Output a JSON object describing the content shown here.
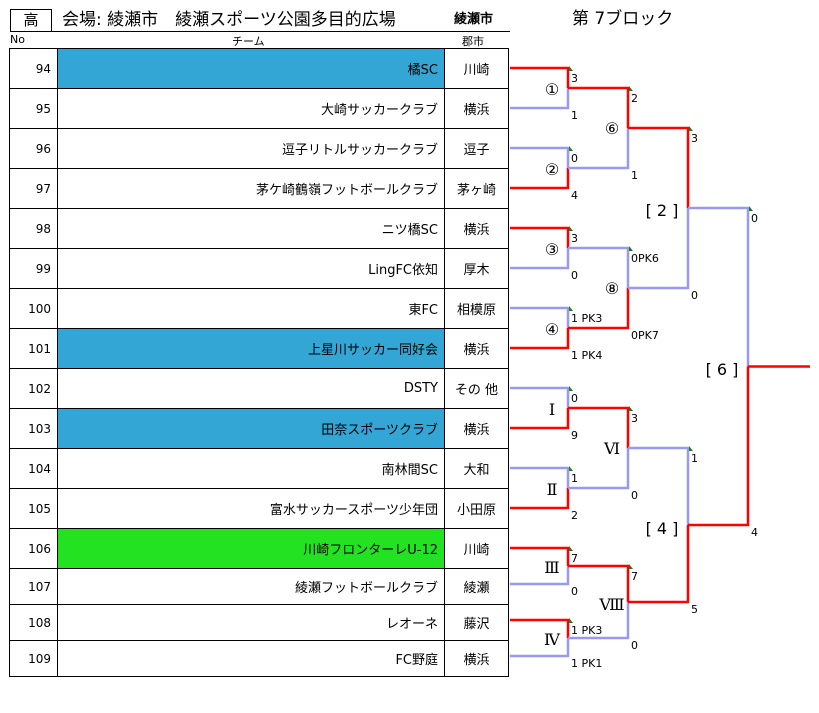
{
  "header": {
    "grade": "高",
    "venue": "会場: 綾瀬市　綾瀬スポーツ公園多目的広場",
    "venue_city": "綾瀬市",
    "block": "第 7ブロック",
    "col_no": "No",
    "col_team": "チーム",
    "col_city": "郡市"
  },
  "teams": [
    {
      "no": "94",
      "name": "橘SC",
      "city": "川崎",
      "highlight": "blue"
    },
    {
      "no": "95",
      "name": "大崎サッカークラブ",
      "city": "横浜",
      "highlight": ""
    },
    {
      "no": "96",
      "name": "逗子リトルサッカークラブ",
      "city": "逗子",
      "highlight": ""
    },
    {
      "no": "97",
      "name": "茅ケ崎鶴嶺フットボールクラブ",
      "city": "茅ヶ崎",
      "highlight": ""
    },
    {
      "no": "98",
      "name": "ニツ橋SC",
      "city": "横浜",
      "highlight": ""
    },
    {
      "no": "99",
      "name": "LingFC依知",
      "city": "厚木",
      "highlight": ""
    },
    {
      "no": "100",
      "name": "東FC",
      "city": "相模原",
      "highlight": ""
    },
    {
      "no": "101",
      "name": "上星川サッカー同好会",
      "city": "横浜",
      "highlight": "blue"
    },
    {
      "no": "102",
      "name": "DSTY",
      "city": "その 他",
      "highlight": ""
    },
    {
      "no": "103",
      "name": "田奈スポーツクラブ",
      "city": "横浜",
      "highlight": "blue"
    },
    {
      "no": "104",
      "name": "南林間SC",
      "city": "大和",
      "highlight": ""
    },
    {
      "no": "105",
      "name": "富水サッカースポーツ少年団",
      "city": "小田原",
      "highlight": ""
    },
    {
      "no": "106",
      "name": "川崎フロンターレU-12",
      "city": "川崎",
      "highlight": "green"
    },
    {
      "no": "107",
      "name": "綾瀬フットボールクラブ",
      "city": "綾瀬",
      "highlight": ""
    },
    {
      "no": "108",
      "name": "レオーネ",
      "city": "藤沢",
      "highlight": ""
    },
    {
      "no": "109",
      "name": "FC野庭",
      "city": "横浜",
      "highlight": ""
    }
  ],
  "matches": {
    "m1": {
      "label": "①",
      "top": "3",
      "bottom": "1"
    },
    "m2": {
      "label": "②",
      "top": "0",
      "bottom": "4"
    },
    "m3": {
      "label": "③",
      "top": "3",
      "bottom": "0"
    },
    "m4": {
      "label": "④",
      "top": "1 PK3",
      "bottom": "1 PK4"
    },
    "m6": {
      "label": "⑥",
      "top": "2",
      "bottom": "1"
    },
    "m8": {
      "label": "⑧",
      "top": "0PK6",
      "bottom": "0PK7"
    },
    "mI": {
      "label": "Ⅰ",
      "top": "0",
      "bottom": "9"
    },
    "mII": {
      "label": "Ⅱ",
      "top": "1",
      "bottom": "2"
    },
    "mIII": {
      "label": "Ⅲ",
      "top": "7",
      "bottom": "0"
    },
    "mIV": {
      "label": "Ⅳ",
      "top": "1 PK3",
      "bottom": "1 PK1"
    },
    "mVI": {
      "label": "Ⅵ",
      "top": "3",
      "bottom": "0"
    },
    "mVIII": {
      "label": "Ⅷ",
      "top": "7",
      "bottom": "0"
    },
    "r2": {
      "label": "[ 2 ]",
      "top": "3",
      "bottom": "0"
    },
    "r4": {
      "label": "[ 4 ]",
      "top": "1",
      "bottom": "5"
    },
    "r6": {
      "label": "[ 6 ]",
      "top": "0",
      "bottom": "4"
    }
  },
  "colors": {
    "winner_line": "#ff0000",
    "loser_line": "#9999ee",
    "highlight_blue": "#33a6d6",
    "highlight_green": "#22e222"
  }
}
